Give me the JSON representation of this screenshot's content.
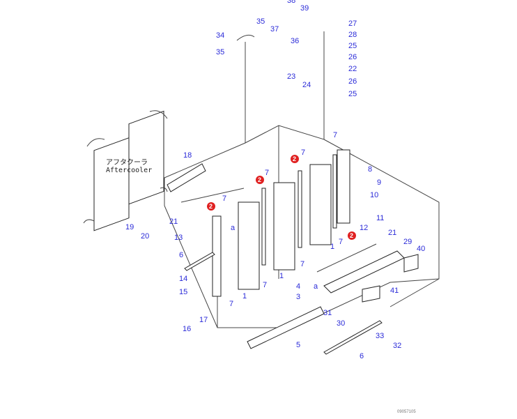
{
  "diagram": {
    "aftercooler_jp": "アフタクーラ",
    "aftercooler_en": "Aftercooler",
    "drawing_code": "09057105",
    "badge_label": "2",
    "callouts": [
      "38",
      "39",
      "35",
      "34",
      "37",
      "36",
      "35",
      "27",
      "28",
      "25",
      "26",
      "22",
      "26",
      "25",
      "23",
      "24",
      "18",
      "7",
      "7",
      "7",
      "8",
      "9",
      "10",
      "11",
      "12",
      "7",
      "21",
      "19",
      "20",
      "13",
      "a",
      "1",
      "1",
      "1",
      "7",
      "7",
      "7",
      "7",
      "6",
      "14",
      "15",
      "16",
      "17",
      "4",
      "3",
      "21",
      "29",
      "40",
      "41",
      "a",
      "31",
      "30",
      "5",
      "33",
      "32",
      "6"
    ],
    "colors": {
      "callout": "#2a2ad8",
      "badge": "#e02020"
    }
  }
}
